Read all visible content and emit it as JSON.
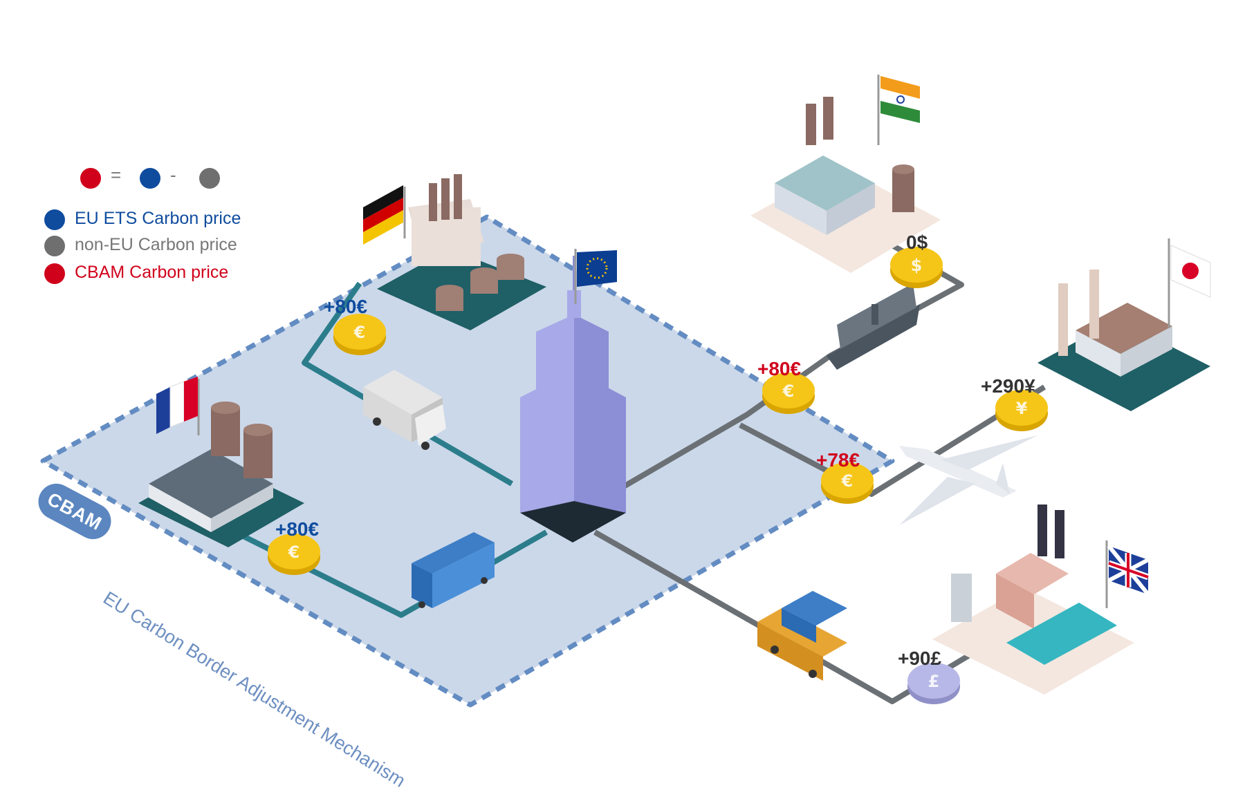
{
  "legend": {
    "equation": {
      "lhs_color": "#d0021b",
      "operator_equals": "=",
      "term1_color": "#0f4c9e",
      "operator_minus": "-",
      "term2_color": "#6f6f6f"
    },
    "items": [
      {
        "label": "EU ETS Carbon price",
        "color": "#0f4c9e"
      },
      {
        "label": "non-EU Carbon price",
        "color": "#6f6f6f"
      },
      {
        "label": "CBAM Carbon price",
        "color": "#d0021b"
      }
    ]
  },
  "zone": {
    "badge": "CBAM",
    "caption": "EU Carbon Border Adjustment Mechanism",
    "fill_color": "#c9d6e8",
    "border_color": "#5b86bf"
  },
  "prices": [
    {
      "id": "germany",
      "text": "+80€",
      "color": "#0f4c9e"
    },
    {
      "id": "france",
      "text": "+80€",
      "color": "#0f4c9e"
    },
    {
      "id": "ship-cbam",
      "text": "+80€",
      "color": "#d0021b"
    },
    {
      "id": "plane-cbam",
      "text": "+78€",
      "color": "#d0021b"
    },
    {
      "id": "india",
      "text": "0$",
      "color": "#333333"
    },
    {
      "id": "japan",
      "text": "+290¥",
      "color": "#333333"
    },
    {
      "id": "uk",
      "text": "+90£",
      "color": "#333333"
    }
  ],
  "coins": [
    {
      "id": "germany",
      "symbol": "€",
      "color": "#f5c518"
    },
    {
      "id": "france",
      "symbol": "€",
      "color": "#f5c518"
    },
    {
      "id": "ship-cbam",
      "symbol": "€",
      "color": "#f5c518"
    },
    {
      "id": "plane-cbam",
      "symbol": "€",
      "color": "#f5c518"
    },
    {
      "id": "india",
      "symbol": "$",
      "color": "#f5c518"
    },
    {
      "id": "japan",
      "symbol": "¥",
      "color": "#f5c518"
    },
    {
      "id": "uk",
      "symbol": "£",
      "color": "#b8b8e8"
    }
  ],
  "icons": [
    "germany-flag-icon",
    "france-flag-icon",
    "eu-flag-icon",
    "india-flag-icon",
    "japan-flag-icon",
    "uk-flag-icon",
    "factory-icon",
    "skyscraper-icon",
    "truck-icon",
    "train-wagon-icon",
    "cargo-ship-icon",
    "airplane-icon",
    "container-truck-icon"
  ]
}
